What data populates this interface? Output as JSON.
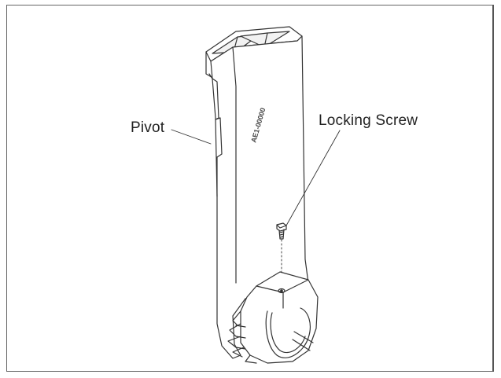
{
  "figure": {
    "callouts": {
      "pivot": "Pivot",
      "locking_screw": "Locking Screw"
    },
    "part_marking": "AE1-00000",
    "colors": {
      "line": "#333333",
      "frame": "#666666",
      "background": "#ffffff"
    }
  }
}
